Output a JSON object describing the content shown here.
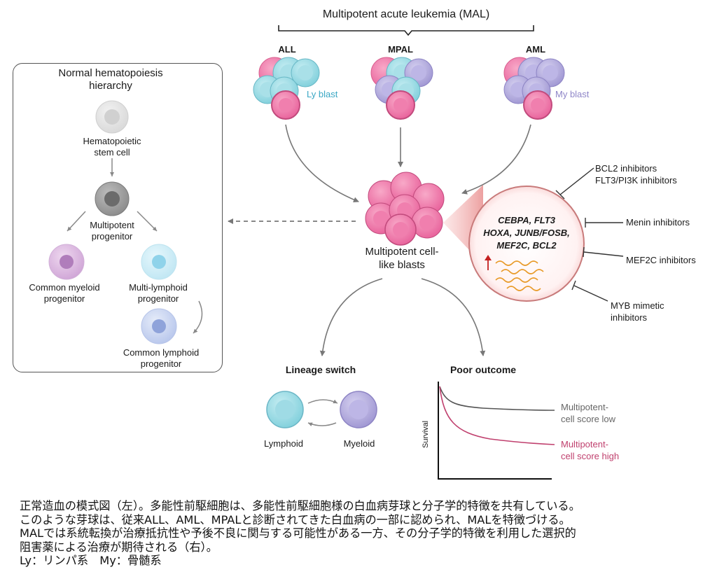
{
  "header": {
    "mal_title": "Multipotent acute leukemia (MAL)"
  },
  "leukemias": {
    "all": "ALL",
    "mpal": "MPAL",
    "aml": "AML",
    "ly_blast": "Ly blast",
    "my_blast": "My blast"
  },
  "hierarchy": {
    "title_line1": "Normal hematopoiesis",
    "title_line2": "hierarchy",
    "hsc_line1": "Hematopoietic",
    "hsc_line2": "stem cell",
    "mpp_line1": "Multipotent",
    "mpp_line2": "progenitor",
    "cmp_line1": "Common myeloid",
    "cmp_line2": "progenitor",
    "mlp_line1": "Multi-lymphoid",
    "mlp_line2": "progenitor",
    "clp_line1": "Common lymphoid",
    "clp_line2": "progenitor"
  },
  "blasts": {
    "line1": "Multipotent cell-",
    "line2": "like blasts"
  },
  "genes": {
    "line1": "CEBPA, FLT3",
    "line2": "HOXA, JUNB/FOSB,",
    "line3": "MEF2C, BCL2"
  },
  "inhibitors": {
    "bcl2_line1": "BCL2 inhibitors",
    "bcl2_line2": "FLT3/PI3K inhibitors",
    "menin": "Menin inhibitors",
    "mef2c": "MEF2C inhibitors",
    "myb_line1": "MYB mimetic",
    "myb_line2": "inhibitors"
  },
  "lineage": {
    "title": "Lineage switch",
    "lymphoid": "Lymphoid",
    "myeloid": "Myeloid"
  },
  "outcome": {
    "title": "Poor outcome",
    "ylabel": "Survival",
    "low_line1": "Multipotent-",
    "low_line2": "cell score low",
    "high_line1": "Multipotent-",
    "high_line2": "cell score high"
  },
  "caption": {
    "line1": "正常造血の模式図（左）。多能性前駆細胞は、多能性前駆細胞様の白血病芽球と分子学的特徴を共有している。",
    "line2": "このような芽球は、従来ALL、AML、MPALと診断されてきた白血病の一部に認められ、MALを特徴づける。",
    "line3": "MALでは系統転換が治療抵抗性や予後不良に関与する可能性がある一方、その分子学的特徴を利用した選択的",
    "line4": "阻害薬による治療が期待される（右）。",
    "line5": "Ly：リンパ系　My：骨髄系"
  },
  "colors": {
    "pink": "#e8609a",
    "cyan": "#7fd0dc",
    "lavender": "#a39ad4",
    "gray": "#9a9a9a",
    "ly_text": "#3aa7c4",
    "my_text": "#8f86c8",
    "high_curve": "#c0406e",
    "low_curve": "#555555"
  }
}
